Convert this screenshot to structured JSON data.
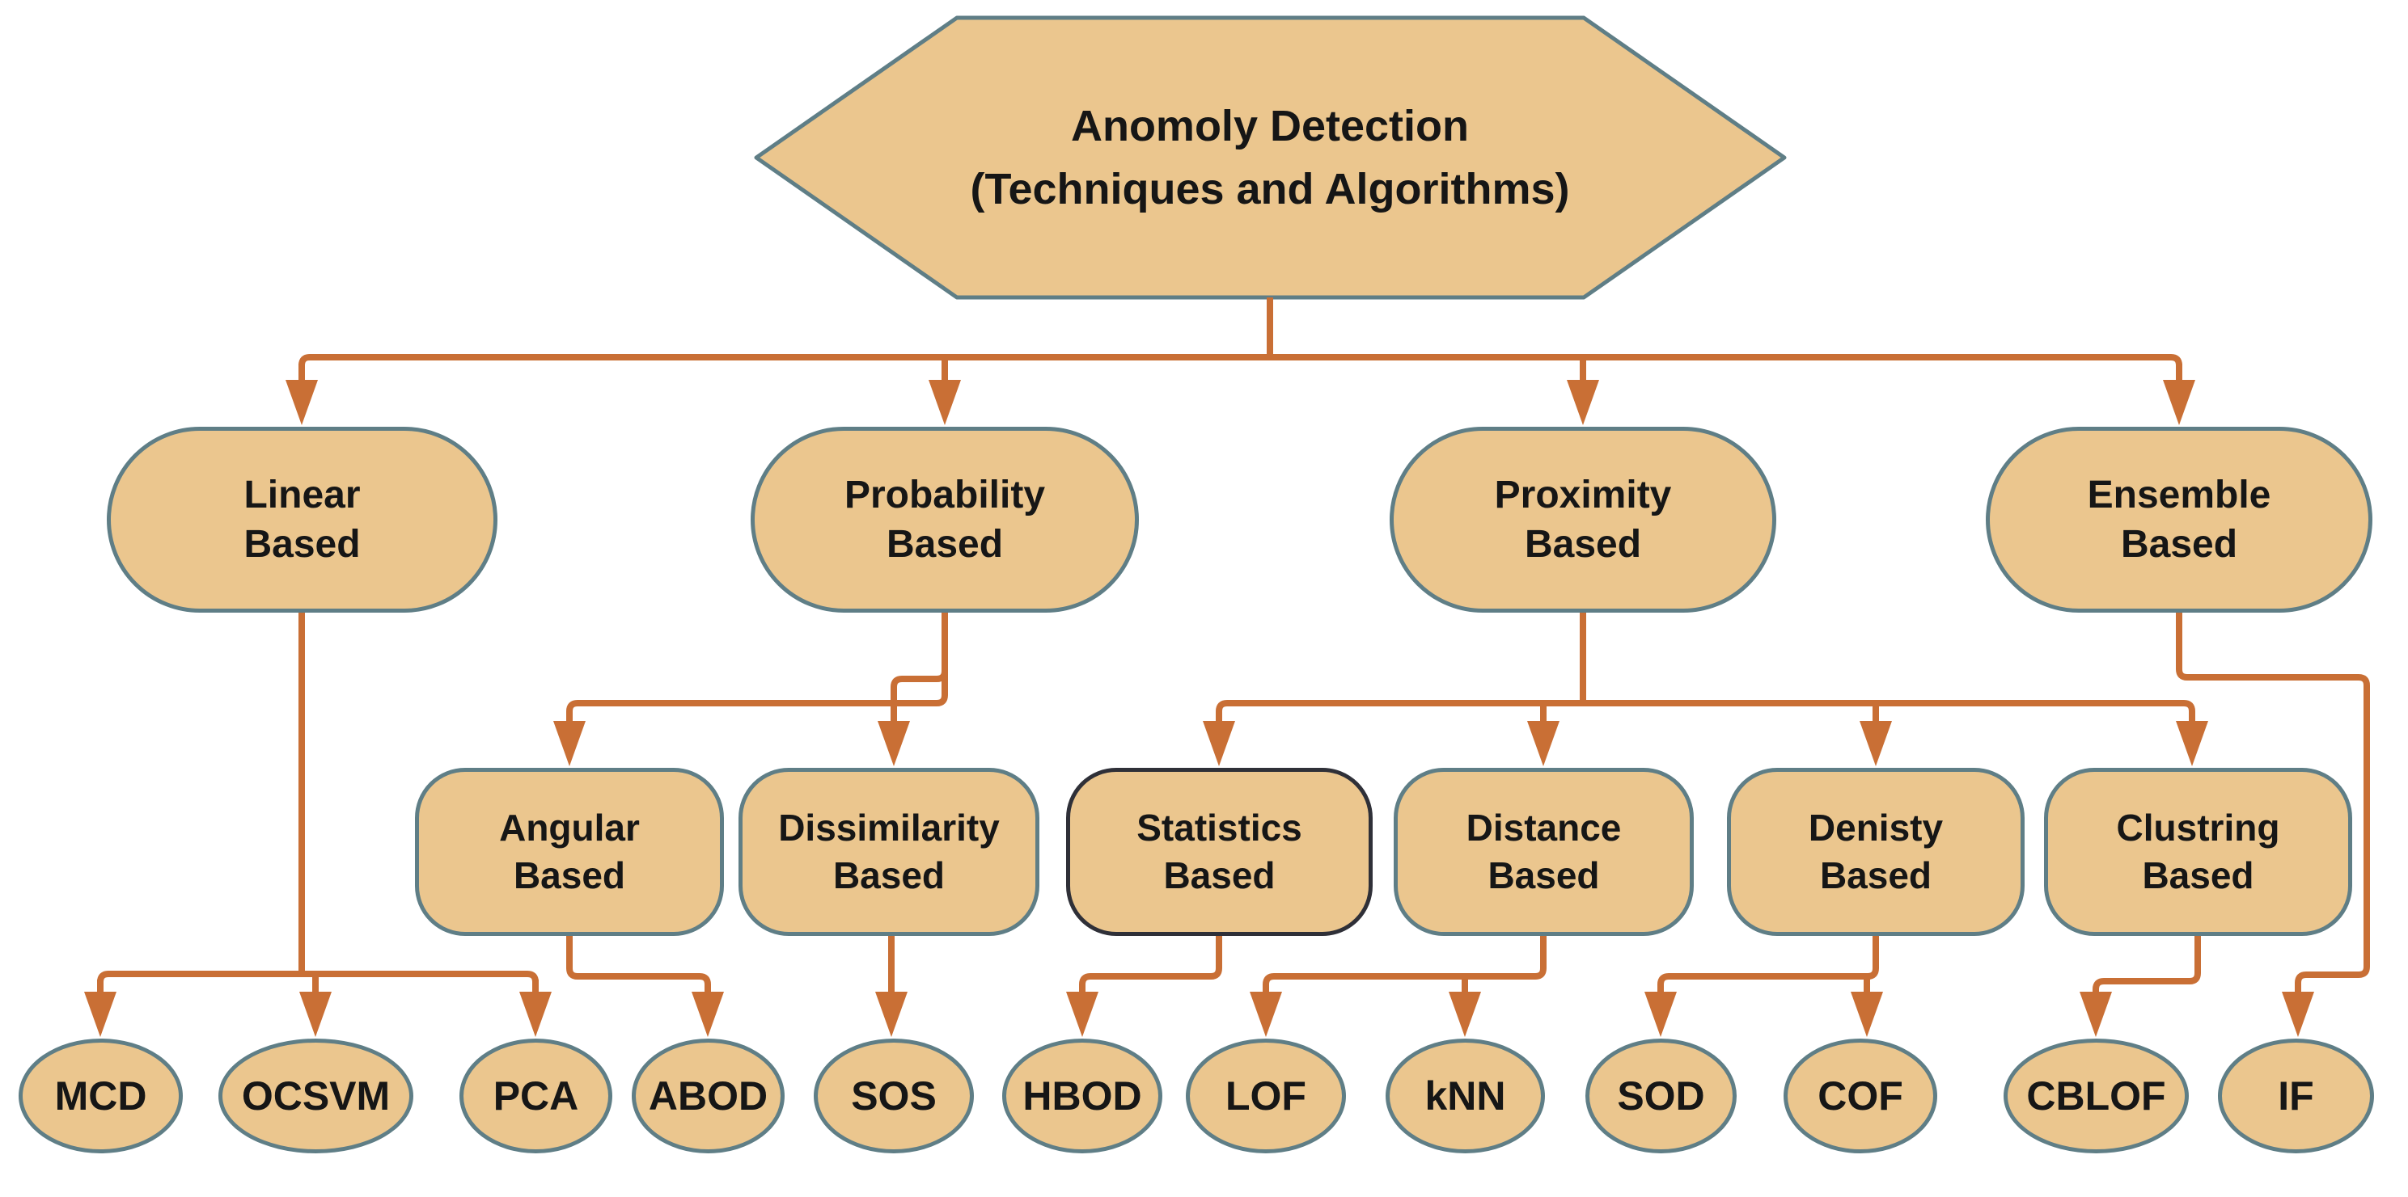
{
  "diagram": {
    "root": {
      "line1": "Anomoly Detection",
      "line2": "(Techniques and Algorithms)"
    },
    "categories": [
      {
        "id": "linear",
        "line1": "Linear",
        "line2": "Based"
      },
      {
        "id": "probability",
        "line1": "Probability",
        "line2": "Based"
      },
      {
        "id": "proximity",
        "line1": "Proximity",
        "line2": "Based"
      },
      {
        "id": "ensemble",
        "line1": "Ensemble",
        "line2": "Based"
      }
    ],
    "subcategories": [
      {
        "id": "angular",
        "line1": "Angular",
        "line2": "Based"
      },
      {
        "id": "dissimilarity",
        "line1": "Dissimilarity",
        "line2": "Based"
      },
      {
        "id": "statistics",
        "line1": "Statistics",
        "line2": "Based"
      },
      {
        "id": "distance",
        "line1": "Distance",
        "line2": "Based"
      },
      {
        "id": "denisty",
        "line1": "Denisty",
        "line2": "Based"
      },
      {
        "id": "clustring",
        "line1": "Clustring",
        "line2": "Based"
      }
    ],
    "algorithms": [
      {
        "label": "MCD"
      },
      {
        "label": "OCSVM"
      },
      {
        "label": "PCA"
      },
      {
        "label": "ABOD"
      },
      {
        "label": "SOS"
      },
      {
        "label": "HBOD"
      },
      {
        "label": "LOF"
      },
      {
        "label": "kNN"
      },
      {
        "label": "SOD"
      },
      {
        "label": "COF"
      },
      {
        "label": "CBLOF"
      },
      {
        "label": "IF"
      }
    ],
    "edges": [
      [
        "Anomoly Detection (Techniques and Algorithms)",
        "Linear Based"
      ],
      [
        "Anomoly Detection (Techniques and Algorithms)",
        "Probability Based"
      ],
      [
        "Anomoly Detection (Techniques and Algorithms)",
        "Proximity Based"
      ],
      [
        "Anomoly Detection (Techniques and Algorithms)",
        "Ensemble Based"
      ],
      [
        "Linear Based",
        "MCD"
      ],
      [
        "Linear Based",
        "OCSVM"
      ],
      [
        "Linear Based",
        "PCA"
      ],
      [
        "Probability Based",
        "Angular Based"
      ],
      [
        "Probability Based",
        "Dissimilarity Based"
      ],
      [
        "Angular Based",
        "ABOD"
      ],
      [
        "Dissimilarity Based",
        "SOS"
      ],
      [
        "Proximity Based",
        "Statistics Based"
      ],
      [
        "Proximity Based",
        "Distance Based"
      ],
      [
        "Proximity Based",
        "Denisty Based"
      ],
      [
        "Proximity Based",
        "Clustring Based"
      ],
      [
        "Statistics Based",
        "HBOD"
      ],
      [
        "Distance Based",
        "LOF"
      ],
      [
        "Distance Based",
        "kNN"
      ],
      [
        "Denisty Based",
        "SOD"
      ],
      [
        "Denisty Based",
        "COF"
      ],
      [
        "Clustring Based",
        "CBLOF"
      ],
      [
        "Ensemble Based",
        "IF"
      ]
    ],
    "colors": {
      "background": "#ffffff",
      "node_fill": "#EBC68E",
      "node_border": "#5F7E86",
      "statistics_node_border": "#2F3038",
      "connector": "#C96F35",
      "text": "#161616"
    }
  }
}
